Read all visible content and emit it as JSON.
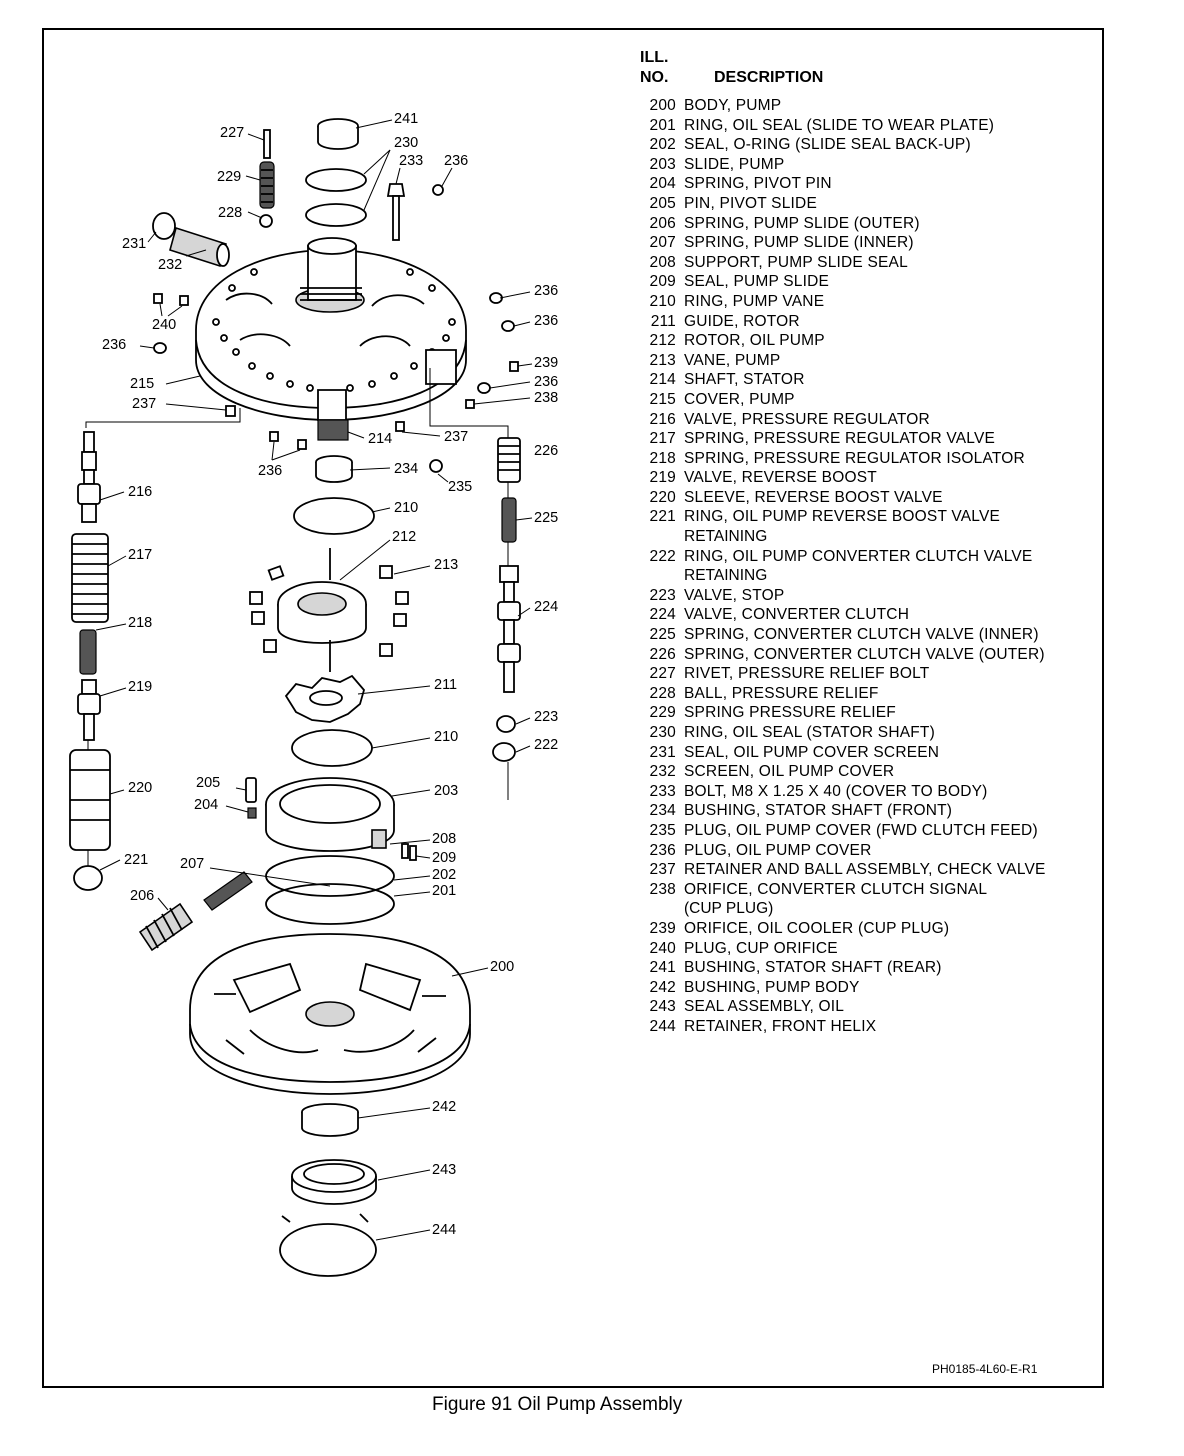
{
  "header": {
    "ill": "ILL.",
    "no": "NO.",
    "description": "DESCRIPTION"
  },
  "parts": [
    {
      "no": "200",
      "desc": "BODY, PUMP"
    },
    {
      "no": "201",
      "desc": "RING, OIL SEAL (SLIDE TO WEAR PLATE)"
    },
    {
      "no": "202",
      "desc": "SEAL, O-RING (SLIDE SEAL BACK-UP)"
    },
    {
      "no": "203",
      "desc": "SLIDE, PUMP"
    },
    {
      "no": "204",
      "desc": "SPRING, PIVOT PIN"
    },
    {
      "no": "205",
      "desc": "PIN, PIVOT SLIDE"
    },
    {
      "no": "206",
      "desc": "SPRING, PUMP SLIDE (OUTER)"
    },
    {
      "no": "207",
      "desc": "SPRING, PUMP SLIDE (INNER)"
    },
    {
      "no": "208",
      "desc": "SUPPORT, PUMP SLIDE SEAL"
    },
    {
      "no": "209",
      "desc": "SEAL, PUMP SLIDE"
    },
    {
      "no": "210",
      "desc": "RING, PUMP VANE"
    },
    {
      "no": "211",
      "desc": "GUIDE, ROTOR"
    },
    {
      "no": "212",
      "desc": "ROTOR, OIL PUMP"
    },
    {
      "no": "213",
      "desc": "VANE, PUMP"
    },
    {
      "no": "214",
      "desc": "SHAFT, STATOR"
    },
    {
      "no": "215",
      "desc": "COVER, PUMP"
    },
    {
      "no": "216",
      "desc": "VALVE, PRESSURE REGULATOR"
    },
    {
      "no": "217",
      "desc": "SPRING, PRESSURE REGULATOR VALVE"
    },
    {
      "no": "218",
      "desc": "SPRING, PRESSURE REGULATOR ISOLATOR"
    },
    {
      "no": "219",
      "desc": "VALVE, REVERSE BOOST"
    },
    {
      "no": "220",
      "desc": "SLEEVE, REVERSE BOOST VALVE"
    },
    {
      "no": "221",
      "desc": "RING, OIL PUMP REVERSE BOOST VALVE",
      "cont": "RETAINING"
    },
    {
      "no": "222",
      "desc": "RING, OIL PUMP CONVERTER CLUTCH VALVE",
      "cont": "RETAINING"
    },
    {
      "no": "223",
      "desc": "VALVE, STOP"
    },
    {
      "no": "224",
      "desc": "VALVE, CONVERTER CLUTCH"
    },
    {
      "no": "225",
      "desc": "SPRING, CONVERTER CLUTCH VALVE (INNER)"
    },
    {
      "no": "226",
      "desc": "SPRING, CONVERTER CLUTCH VALVE (OUTER)"
    },
    {
      "no": "227",
      "desc": "RIVET, PRESSURE RELIEF BOLT"
    },
    {
      "no": "228",
      "desc": "BALL, PRESSURE RELIEF"
    },
    {
      "no": "229",
      "desc": "SPRING PRESSURE RELIEF"
    },
    {
      "no": "230",
      "desc": "RING, OIL SEAL (STATOR SHAFT)"
    },
    {
      "no": "231",
      "desc": "SEAL, OIL PUMP COVER SCREEN"
    },
    {
      "no": "232",
      "desc": "SCREEN, OIL PUMP COVER"
    },
    {
      "no": "233",
      "desc": "BOLT, M8 X 1.25 X 40 (COVER TO BODY)"
    },
    {
      "no": "234",
      "desc": "BUSHING, STATOR SHAFT (FRONT)"
    },
    {
      "no": "235",
      "desc": "PLUG, OIL PUMP COVER (FWD CLUTCH FEED)"
    },
    {
      "no": "236",
      "desc": "PLUG, OIL PUMP COVER"
    },
    {
      "no": "237",
      "desc": "RETAINER AND BALL ASSEMBLY, CHECK VALVE"
    },
    {
      "no": "238",
      "desc": "ORIFICE, CONVERTER CLUTCH SIGNAL",
      "cont": "(CUP PLUG)"
    },
    {
      "no": "239",
      "desc": "ORIFICE, OIL COOLER (CUP PLUG)"
    },
    {
      "no": "240",
      "desc": "PLUG, CUP ORIFICE"
    },
    {
      "no": "241",
      "desc": "BUSHING, STATOR SHAFT (REAR)"
    },
    {
      "no": "242",
      "desc": "BUSHING, PUMP BODY"
    },
    {
      "no": "243",
      "desc": "SEAL ASSEMBLY, OIL"
    },
    {
      "no": "244",
      "desc": "RETAINER, FRONT HELIX"
    }
  ],
  "callouts": {
    "c241": "241",
    "c227": "227",
    "c230": "230",
    "c233": "233",
    "c236a": "236",
    "c229": "229",
    "c228": "228",
    "c231": "231",
    "c232": "232",
    "c240": "240",
    "c236b": "236",
    "c236c": "236",
    "c236d": "236",
    "c239": "239",
    "c236e": "236",
    "c215": "215",
    "c237a": "237",
    "c238": "238",
    "c214": "214",
    "c237b": "237",
    "c236f": "236",
    "c234": "234",
    "c235": "235",
    "c226": "226",
    "c216": "216",
    "c210a": "210",
    "c225": "225",
    "c217": "217",
    "c212": "212",
    "c213": "213",
    "c224": "224",
    "c218": "218",
    "c219": "219",
    "c211": "211",
    "c223": "223",
    "c210b": "210",
    "c222": "222",
    "c220": "220",
    "c205": "205",
    "c204": "204",
    "c203": "203",
    "c221": "221",
    "c207": "207",
    "c208": "208",
    "c209": "209",
    "c202": "202",
    "c206": "206",
    "c201": "201",
    "c200": "200",
    "c242": "242",
    "c243": "243",
    "c244": "244"
  },
  "figure_code": "PH0185-4L60-E-R1",
  "caption": "Figure 91 Oil Pump Assembly"
}
